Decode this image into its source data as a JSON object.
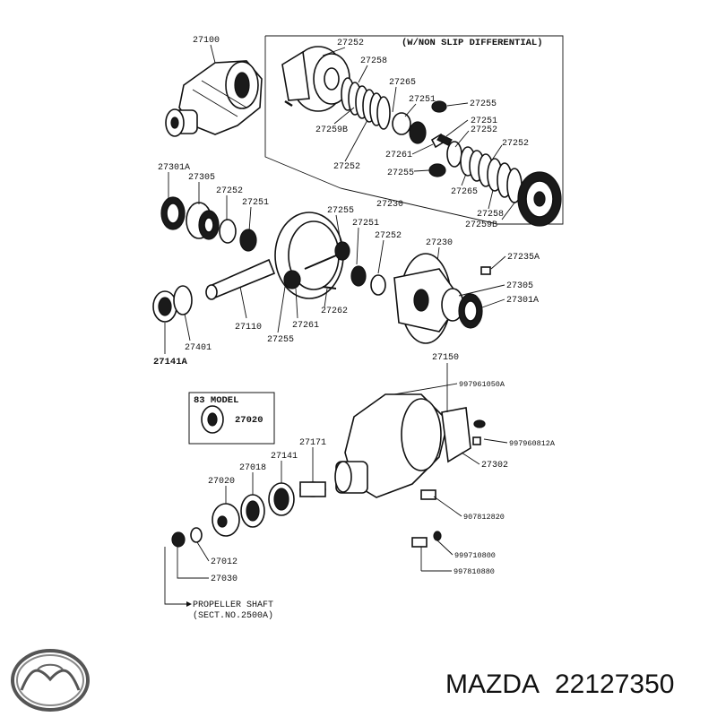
{
  "box_title": "(W/NON SLIP DIFFERENTIAL)",
  "model_box_title": "83 MODEL",
  "footer_note_line1": "PROPELLER SHAFT",
  "footer_note_line2": "(SECT.NO.2500A)",
  "brand_name": "MAZDA",
  "part_number": "22127350",
  "labels": {
    "p27100": "27100",
    "p27252_top": "27252",
    "p27258_top": "27258",
    "p27265_top": "27265",
    "p27251_top": "27251",
    "p27255_top": "27255",
    "p27251_r": "27251",
    "p27252_r": "27252",
    "p27252_r2": "27252",
    "p27259b_top": "27259B",
    "p27261_top": "27261",
    "p27255_mid": "27255",
    "p27252_mid": "27252",
    "p27265_bot": "27265",
    "p27258_bot": "27258",
    "p27259b_bot": "27259B",
    "p27230_box": "27230",
    "p27301a_l": "27301A",
    "p27305_l": "27305",
    "p27252_l": "27252",
    "p27251_l": "27251",
    "p27255_c": "27255",
    "p27251_c": "27251",
    "p27252_c": "27252",
    "p27230_c": "27230",
    "p27235a": "27235A",
    "p27305_r": "27305",
    "p27301a_r": "27301A",
    "p27262": "27262",
    "p27261_c": "27261",
    "p27110": "27110",
    "p27255_b": "27255",
    "p27401": "27401",
    "p27141a": "27141A",
    "p27150": "27150",
    "p99796": "997961050A",
    "p99796b": "997960812A",
    "p27302": "27302",
    "p27020_box": "27020",
    "p27171": "27171",
    "p27141": "27141",
    "p27018": "27018",
    "p27020": "27020",
    "p27012": "27012",
    "p27030": "27030",
    "p907812820": "907812820",
    "p999710800": "999710800",
    "p997810880": "997810880"
  }
}
